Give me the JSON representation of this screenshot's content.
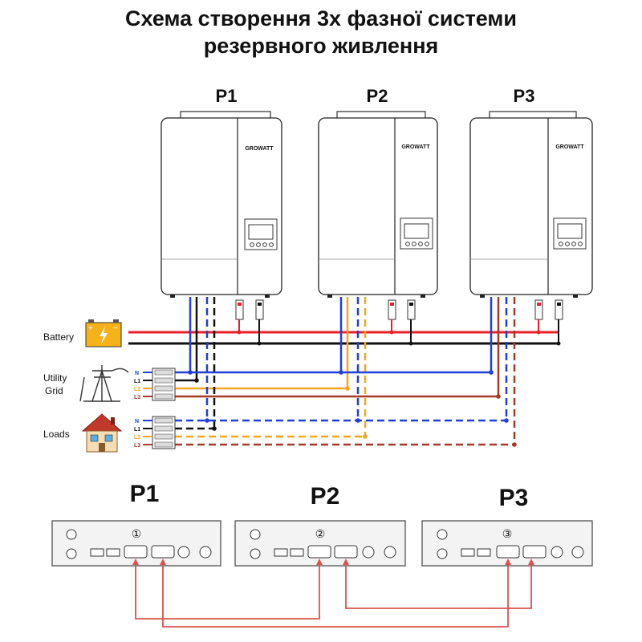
{
  "title": {
    "line1": "Схема створення 3х фазної системи",
    "line2": "резервного живлення"
  },
  "inverters": [
    {
      "label": "P1",
      "brand": "GROWATT"
    },
    {
      "label": "P2",
      "brand": "GROWATT"
    },
    {
      "label": "P3",
      "brand": "GROWATT"
    }
  ],
  "sources": {
    "battery": "Battery",
    "utility_grid_line1": "Utility",
    "utility_grid_line2": "Grid",
    "loads": "Loads"
  },
  "wire_labels": [
    "N",
    "L1",
    "L2",
    "L3"
  ],
  "comm_panels": [
    {
      "label": "P1",
      "number": "①"
    },
    {
      "label": "P2",
      "number": "②"
    },
    {
      "label": "P3",
      "number": "③"
    }
  ],
  "colors": {
    "battery_pos": "#e8202a",
    "battery_neg": "#111111",
    "neutral": "#1f3fd6",
    "l1": "#111111",
    "l2": "#f5a623",
    "l3": "#a33a2a",
    "comm": "#d9534f"
  }
}
